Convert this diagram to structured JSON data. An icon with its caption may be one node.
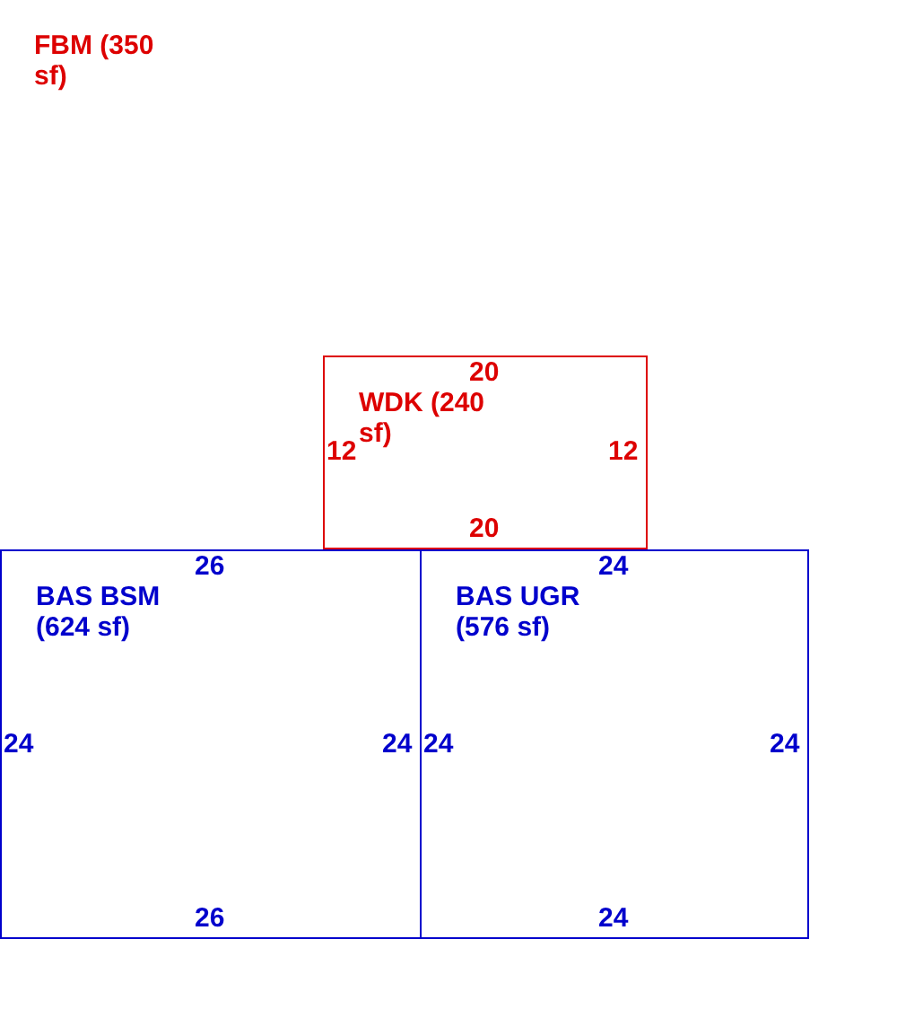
{
  "diagram": {
    "nodes": [
      {
        "text": [
          "WDK (240 sf)",
          "20",
          "12",
          "12",
          "20"
        ]
      },
      {
        "text": [
          "BAS BSM (624 sf)",
          "26",
          "24",
          "24",
          "26"
        ]
      },
      {
        "text": [
          "BAS UGR (576 sf)",
          "24",
          "24",
          "24",
          "24"
        ]
      }
    ],
    "labels": [
      "FBM (350 sf)"
    ]
  }
}
